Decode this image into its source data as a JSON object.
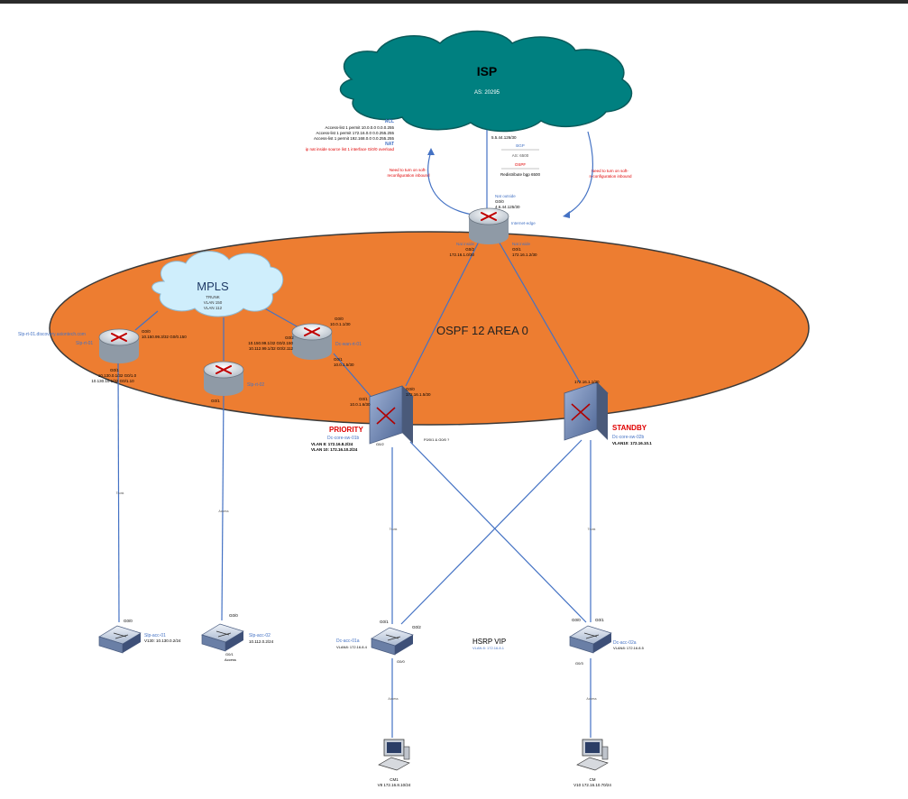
{
  "colors": {
    "isp_cloud": "#008080",
    "mpls_cloud": "#cfeefc",
    "ospf_area": "#ed7d31",
    "link": "#4472c4",
    "label_blue": "#4472c4",
    "label_red": "#e00000"
  },
  "isp": {
    "name": "ISP",
    "as": "AS: 20295",
    "acl_title": "ACL",
    "acl_lines": [
      "Access-list 1 permit 10.0.0.0 0.0.0.255",
      "Access-list 1 permit 172.16.0.0 0.0.255.255",
      "Access-list 1 permit 192.168.0.0 0.0.255.255"
    ],
    "nat_title": "NAT",
    "nat_line": "ip nat inside source list 1 interface Gi0/0 overload",
    "uplink_ip": "5.5.44.126/30",
    "bgp_title": "BGP",
    "bgp_as": "AS: 6500",
    "ospf_title": "OSPF",
    "ospf_line": "Redistribute bgp 6500",
    "soft_reconfig": "Need to turn on soft-reconfiguration inbound"
  },
  "internet_edge": {
    "name": "Internet-edge",
    "nat_outside": "Nat outside",
    "outside_if": "G0/0",
    "outside_ip": "4.6.44.125/30",
    "left_nat": "Nat inside",
    "left_if": "G0/2",
    "left_ip": "172.16.1.0/30",
    "right_nat": "Nat inside",
    "right_if": "G0/1",
    "right_ip": "172.16.1.2/30"
  },
  "ospf_area_label": "OSPF 12 AREA 0",
  "mpls": {
    "name": "MPLS",
    "trunk": "TRUNK",
    "vlan_a": "VLAN 150",
    "vlan_b": "VLAN 112"
  },
  "slp_rt_01": {
    "name": "Slp-rt-01",
    "fqdn": "Slp-rt-01.discovery.axiontech.com",
    "wan_if": "G0/0",
    "wan_ip": "10.150.99.3/32 G0/0.150",
    "lan_if": "G0/1",
    "lan_ip1": "10.130.0.1/32 G0/1.0",
    "lan_ip2": "10.130.10.1/32 G0/1.10"
  },
  "slp_rt_02": {
    "name": "Slp-rt-02",
    "lan_if": "G0/1"
  },
  "dc_wan_rt_01": {
    "name": "Dc-wan-rt-01",
    "top_if": "G0/0",
    "top_ip": "10.0.1.1/30",
    "left_if": "G0/2",
    "left_ip1": "10.150.99.1/32 G0/2.150",
    "left_ip2": "10.112.99.1/32 G0/2.112",
    "bot_if": "G0/1",
    "bot_ip": "10.0.1.5/30"
  },
  "core_01b": {
    "role": "PRIORITY",
    "name": "Dc-core-sw-01b",
    "vlan_a": "VLAN 8: 172.16.8.2/24",
    "vlan_b": "VLAN 10: 172.16.10.2/24",
    "up_if": "G0/0",
    "up_ip": "172.16.1.5/30",
    "wan_if": "G0/1",
    "wan_ip": "10.0.1.6/30",
    "bot_if": "G0/2",
    "trunk_if": "F0/0/1 & G0/0 ?"
  },
  "core_02b": {
    "role": "STANDBY",
    "name": "Dc-core-sw-02b",
    "up_ip": "172.16.1.1/30",
    "vlan": "VLAN10: 172.16.10.1"
  },
  "slp_acc_01": {
    "name": "Slp-acc-01",
    "vlan": "V130: 10.130.0.2/24",
    "if": "G0/0"
  },
  "slp_acc_02": {
    "name": "Slp-acc-02",
    "ip": "10.112.0.2/24",
    "if_top": "G0/0",
    "if_bot": "G0/1",
    "mode": "Access"
  },
  "dc_acc_01a": {
    "name": "Dc-acc-01a",
    "vlan": "VLAN8: 172.16.8.4",
    "if_left": "G0/1",
    "if_right": "G0/2",
    "if_bot": "G0/0"
  },
  "dc_acc_02a": {
    "name": "Dc-acc-02a",
    "vlan": "VLAN8: 172.16.8.5",
    "if_left": "G0/0",
    "if_right": "G0/1",
    "if_bot": "G0/3"
  },
  "hsrp": {
    "title": "HSRP VIP",
    "vip": "VLAN 8: 172.16.8.1"
  },
  "pc_1": {
    "name": "CM1",
    "ip": "V8 172.16.8.10/24"
  },
  "pc_2": {
    "name": "CM",
    "ip": "V10 172.16.10.70/24"
  },
  "link_labels": {
    "trunk": "Trunk",
    "access": "Access"
  }
}
